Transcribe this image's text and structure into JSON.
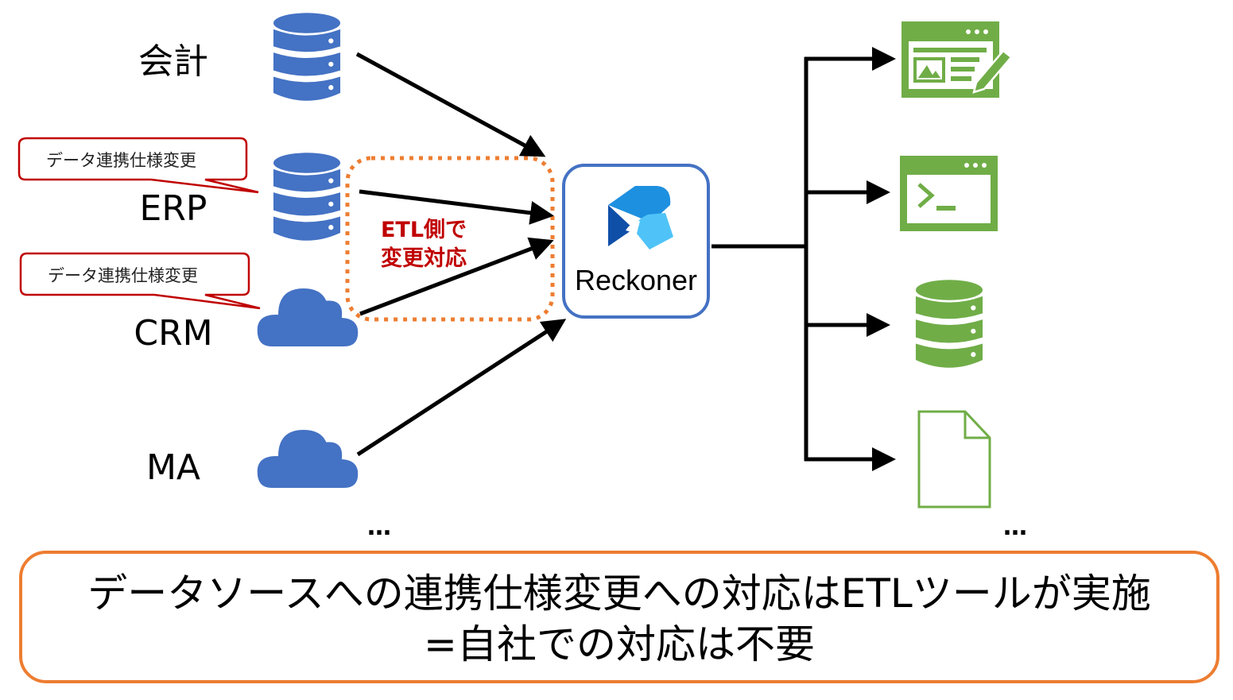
{
  "sources": [
    {
      "label": "会計",
      "icon": "database-icon",
      "callout": null
    },
    {
      "label": "ERP",
      "icon": "database-icon",
      "callout": "データ連携仕様変更"
    },
    {
      "label": "CRM",
      "icon": "cloud-icon",
      "callout": "データ連携仕様変更"
    },
    {
      "label": "MA",
      "icon": "cloud-icon",
      "callout": null
    }
  ],
  "sources_more": "…",
  "etl_note": {
    "line1": "ETL側で",
    "line2": "変更対応"
  },
  "hub": {
    "name": "Reckoner",
    "icon": "reckoner-logo-icon"
  },
  "destinations": [
    {
      "icon": "web-editor-icon"
    },
    {
      "icon": "terminal-icon"
    },
    {
      "icon": "database-icon"
    },
    {
      "icon": "document-icon"
    }
  ],
  "destinations_more": "…",
  "summary": {
    "line1": "データソースへの連携仕様変更への対応はETLツールが実施",
    "line2": "=自社での対応は不要"
  },
  "colors": {
    "source_blue": "#4472c4",
    "destination_green": "#70ad47",
    "callout_red": "#c00000",
    "etl_dotted_orange": "#ed7d31",
    "summary_border": "#ed7d31",
    "hub_border": "#4472c4"
  }
}
